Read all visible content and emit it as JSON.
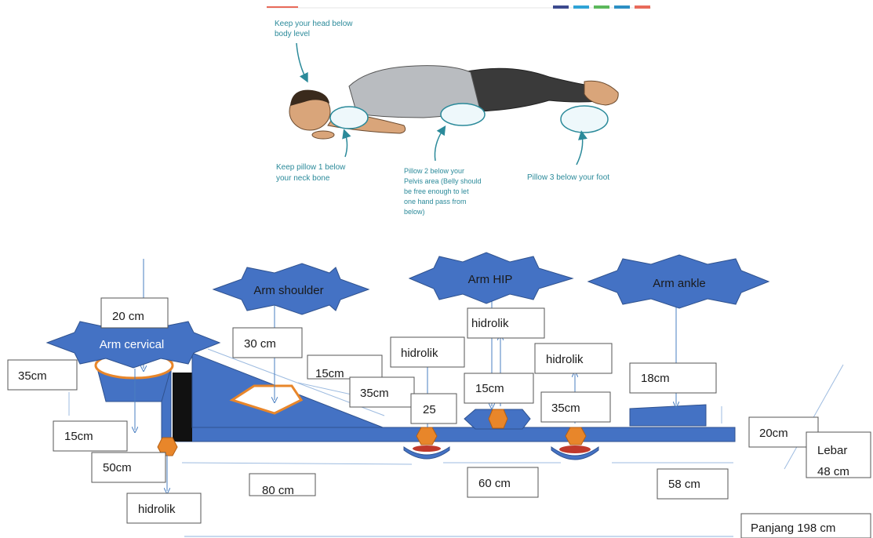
{
  "illustration": {
    "head_note": [
      "Keep your head below",
      "body level"
    ],
    "pillow1_note": [
      "Keep pillow 1 below",
      "your neck bone"
    ],
    "pillow2_note": [
      "Pillow 2 below your",
      "Pelvis area (Belly should",
      "be free enough to let",
      "one hand pass from",
      "below)"
    ],
    "pillow3_note": [
      "Pillow 3 below your foot"
    ],
    "stripe_colors": [
      "#3c4a8e",
      "#2fa3d6",
      "#5cb85c",
      "#2c8fc4",
      "#e86a5a"
    ]
  },
  "arms": {
    "cervical": "Arm  cervical",
    "shoulder": "Arm shoulder",
    "hip": "Arm HIP",
    "ankle": "Arm  ankle"
  },
  "measurements": {
    "m_20cm_top": "20 cm",
    "m_35cm_left": "35cm",
    "m_30cm": "30 cm",
    "m_15cm_slope": "15cm",
    "m_35cm_mid": "35cm",
    "m_25": "25",
    "m_15cm_hip": "15cm",
    "m_35cm_right": "35cm",
    "m_18cm": "18cm",
    "m_15cm_left": "15cm",
    "m_50cm": "50cm",
    "m_80cm": "80 cm",
    "m_60cm": "60 cm",
    "m_58cm": "58 cm",
    "m_20cm_right": "20cm",
    "lebar": "Lebar",
    "lebar_value": "48 cm",
    "panjang": "Panjang 198 cm"
  },
  "hydraulics": {
    "h1": "hidrolik",
    "h2": "hidrolik",
    "h3": "hidrolik",
    "h4": "hidrolik"
  },
  "colors": {
    "bed_blue": "#4472c4",
    "bed_dark": "#2f528f",
    "orange": "#e8862a",
    "red_base": "#c0392b",
    "teal": "#2b8a9a"
  }
}
